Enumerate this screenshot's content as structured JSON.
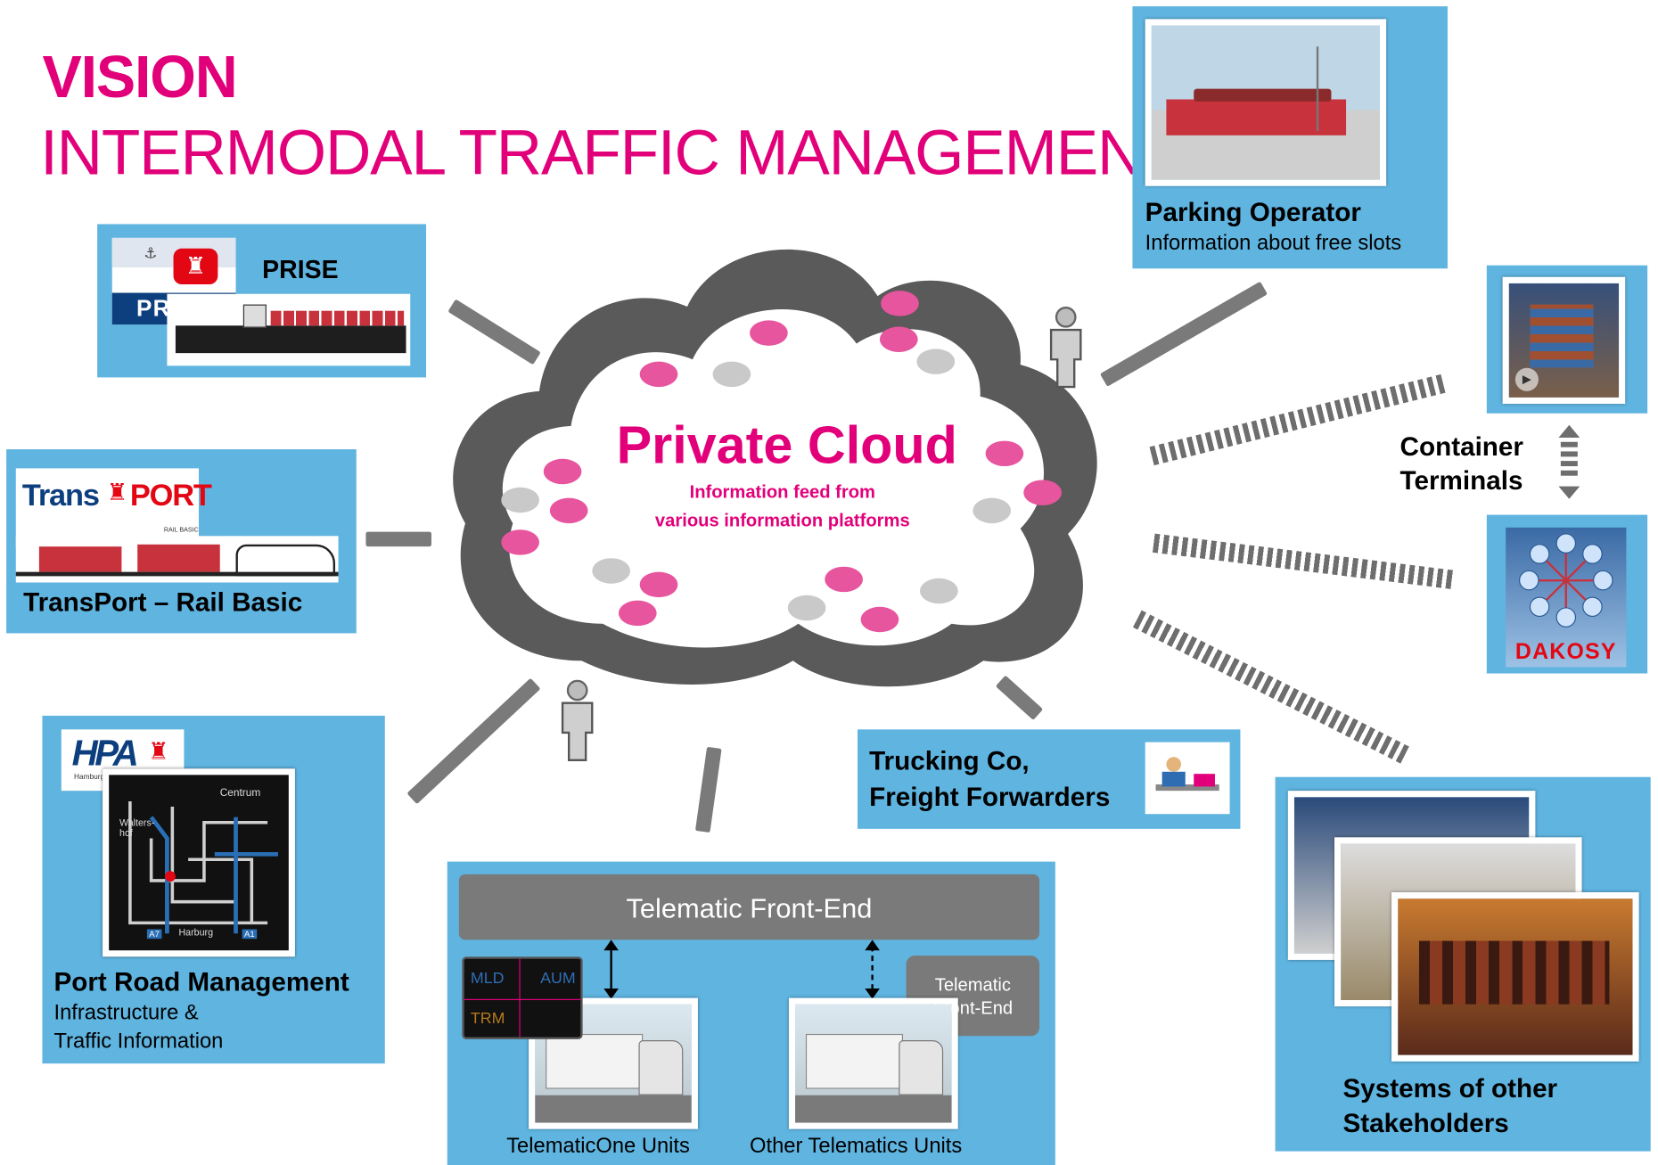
{
  "header": {
    "vision": "VISION",
    "subtitle": "INTERMODAL TRAFFIC MANAGEMENT"
  },
  "cloud": {
    "title": "Private Cloud",
    "line1": "Information feed from",
    "line2": "various information platforms"
  },
  "prise": {
    "label": "PRISE",
    "logo_text": "PRISE"
  },
  "transport": {
    "logo_trans": "Trans",
    "logo_port": "PORT",
    "logo_small": "RAIL BASIC",
    "label": "TransPort – Rail Basic"
  },
  "hpa": {
    "logo": "HPA",
    "logo_sub": "Hamburg Port Authority",
    "map_centrum": "Centrum",
    "map_walter": "Walters-",
    "map_hof": "hof",
    "map_harburg": "Harburg",
    "map_a7": "A7",
    "map_a1": "A1",
    "title": "Port Road Management",
    "line1": "Infrastructure &",
    "line2": "Traffic Information"
  },
  "telematic": {
    "front_end": "Telematic Front-End",
    "mini_front_end_1": "Telematic",
    "mini_front_end_2": "Front-End",
    "screen_mld": "MLD",
    "screen_aum": "AUM",
    "screen_trm": "TRM",
    "unit1": "TelematicOne Units",
    "unit2": "Other Telematics Units"
  },
  "trucking": {
    "line1": "Trucking Co,",
    "line2": "Freight Forwarders"
  },
  "parking": {
    "title": "Parking Operator",
    "subtitle": "Information about free slots"
  },
  "container": {
    "line1": "Container",
    "line2": "Terminals"
  },
  "dakosy": {
    "label": "DAKOSY"
  },
  "stakeholders": {
    "line1": "Systems of other",
    "line2": "Stakeholders"
  },
  "colors": {
    "magenta": "#e2007a",
    "panel_blue": "#5fb4e0",
    "cloud_gray": "#595959",
    "connector_gray": "#7a7a7a"
  }
}
